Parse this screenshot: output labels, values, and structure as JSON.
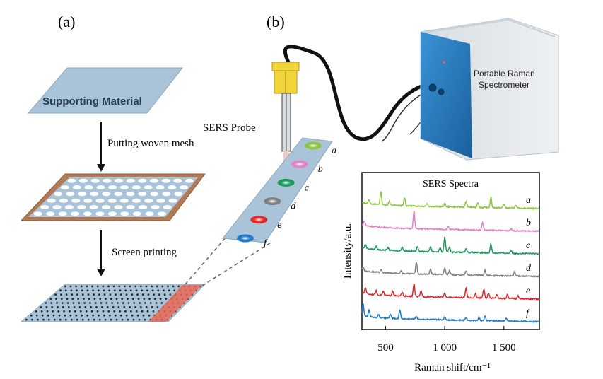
{
  "panels": {
    "a_label": "(a)",
    "b_label": "(b)"
  },
  "fabrication": {
    "supporting_material": "Supporting Material",
    "step1": "Putting woven mesh",
    "step2": "Screen printing"
  },
  "device": {
    "probe_label": "SERS Probe",
    "spectrometer_line1": "Portable Raman",
    "spectrometer_line2": "Spectrometer",
    "spot_labels": [
      "a",
      "b",
      "c",
      "d",
      "e",
      "f"
    ]
  },
  "colors": {
    "sheet": "#a9c4d9",
    "mesh_frame": "#b07a55",
    "spectrometer": "#2b7fc1",
    "probe": "#f2d53a",
    "print_strip": "#e86a56"
  },
  "chart_data": {
    "type": "line",
    "title": "SERS Spectra",
    "xlabel": "Raman shift/cm⁻¹",
    "ylabel": "Intensity/a.u.",
    "xlim": [
      300,
      1800
    ],
    "xticks": [
      500,
      1000,
      1500
    ],
    "xtick_labels": [
      "500",
      "1 000",
      "1 500"
    ],
    "yticks": false,
    "series": [
      {
        "name": "a",
        "color": "#8cc63f",
        "offset": 5.0,
        "peaks": [
          [
            360,
            0.4
          ],
          [
            460,
            1.3
          ],
          [
            530,
            0.4
          ],
          [
            660,
            0.8
          ],
          [
            850,
            0.3
          ],
          [
            1000,
            0.3
          ],
          [
            1180,
            0.6
          ],
          [
            1280,
            0.5
          ],
          [
            1390,
            1.0
          ],
          [
            1500,
            0.4
          ],
          [
            1600,
            0.3
          ]
        ]
      },
      {
        "name": "b",
        "color": "#e384c8",
        "offset": 4.0,
        "peaks": [
          [
            320,
            0.5
          ],
          [
            740,
            1.8
          ],
          [
            1030,
            0.3
          ],
          [
            1320,
            0.8
          ],
          [
            1560,
            0.2
          ]
        ]
      },
      {
        "name": "c",
        "color": "#1a9a5a",
        "offset": 3.0,
        "peaks": [
          [
            330,
            0.4
          ],
          [
            420,
            0.3
          ],
          [
            520,
            0.3
          ],
          [
            640,
            0.4
          ],
          [
            770,
            0.5
          ],
          [
            880,
            0.5
          ],
          [
            960,
            0.4
          ],
          [
            1000,
            1.5
          ],
          [
            1040,
            0.5
          ],
          [
            1180,
            0.4
          ],
          [
            1390,
            0.9
          ],
          [
            1560,
            0.3
          ]
        ]
      },
      {
        "name": "d",
        "color": "#808080",
        "offset": 2.0,
        "peaks": [
          [
            310,
            0.4
          ],
          [
            460,
            0.3
          ],
          [
            630,
            0.3
          ],
          [
            760,
            1.2
          ],
          [
            880,
            0.5
          ],
          [
            1000,
            0.7
          ],
          [
            1040,
            0.4
          ],
          [
            1180,
            0.4
          ],
          [
            1340,
            0.5
          ],
          [
            1590,
            0.4
          ]
        ]
      },
      {
        "name": "e",
        "color": "#e0282c",
        "offset": 1.0,
        "peaks": [
          [
            330,
            0.6
          ],
          [
            420,
            0.4
          ],
          [
            480,
            0.4
          ],
          [
            560,
            0.5
          ],
          [
            640,
            0.4
          ],
          [
            740,
            1.3
          ],
          [
            800,
            0.6
          ],
          [
            1000,
            0.4
          ],
          [
            1180,
            0.9
          ],
          [
            1260,
            0.4
          ],
          [
            1330,
            0.9
          ],
          [
            1370,
            0.5
          ],
          [
            1440,
            0.4
          ],
          [
            1530,
            0.4
          ],
          [
            1620,
            0.3
          ]
        ]
      },
      {
        "name": "f",
        "color": "#1f7ac8",
        "offset": 0.0,
        "peaks": [
          [
            310,
            1.2
          ],
          [
            360,
            0.7
          ],
          [
            440,
            0.3
          ],
          [
            540,
            0.4
          ],
          [
            620,
            0.9
          ],
          [
            760,
            0.3
          ],
          [
            1000,
            0.3
          ],
          [
            1180,
            0.3
          ],
          [
            1290,
            0.3
          ],
          [
            1340,
            0.4
          ],
          [
            1520,
            0.3
          ]
        ]
      }
    ]
  }
}
